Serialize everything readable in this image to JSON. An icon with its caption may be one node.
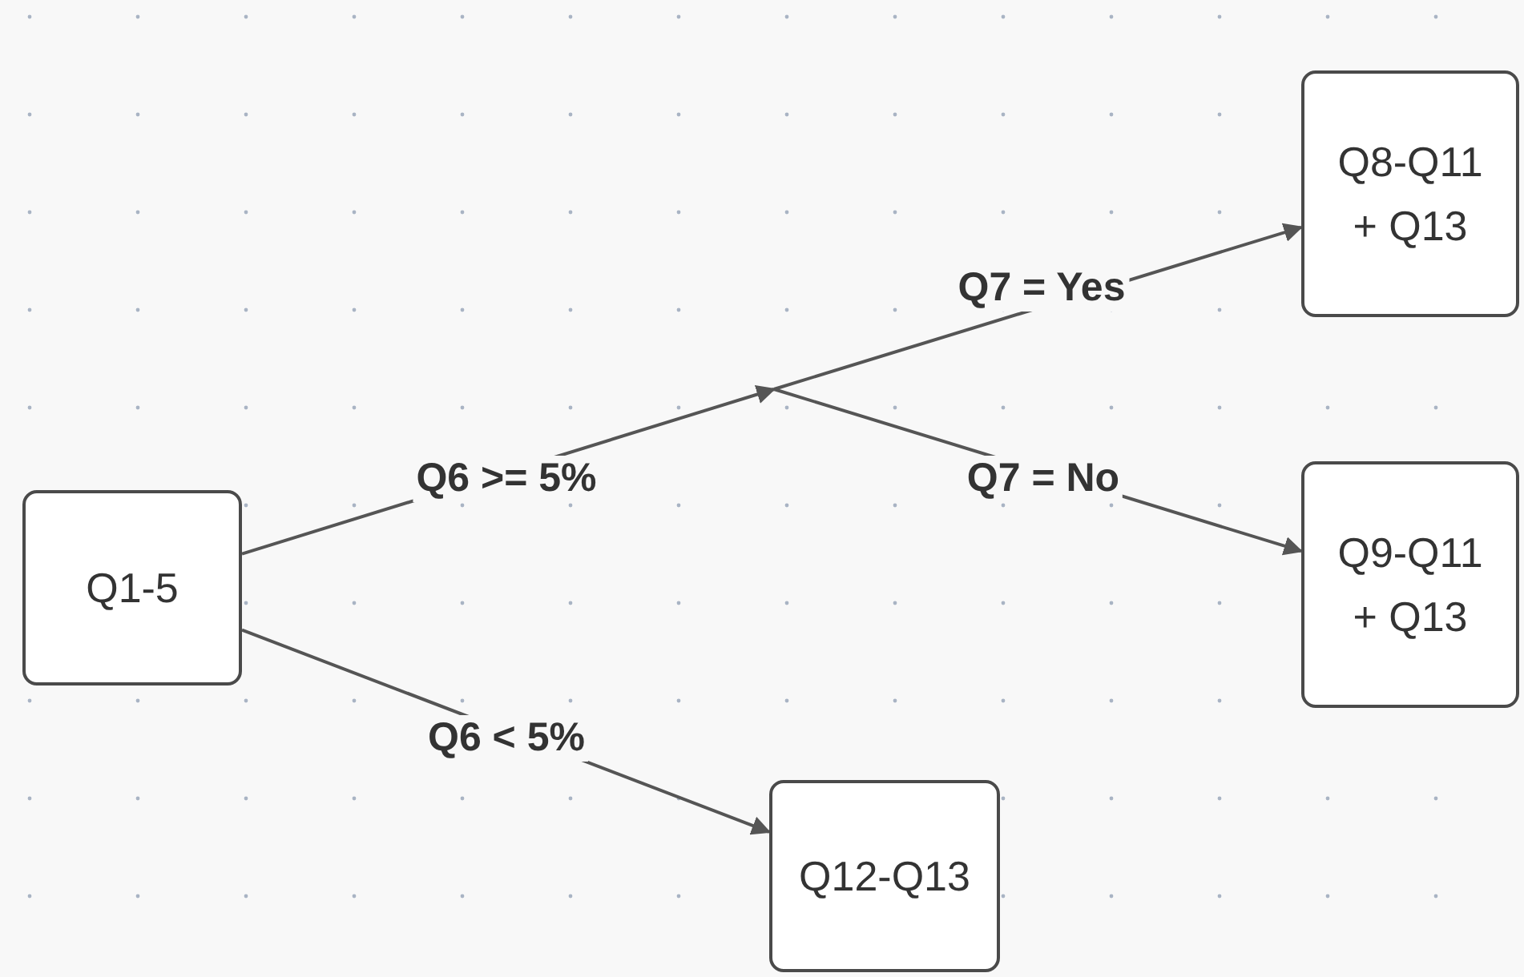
{
  "diagram": {
    "nodes": [
      {
        "text": [
          "Q1-5"
        ]
      },
      {
        "text": [
          "Q8-Q11 + Q13"
        ]
      },
      {
        "text": [
          "Q9-Q11 + Q13"
        ]
      },
      {
        "text": [
          "Q12-Q13"
        ]
      }
    ],
    "edges": [
      {
        "from": 0,
        "to": null,
        "arrow": "to",
        "label": "Q6 >= 5%"
      },
      {
        "from": null,
        "to": 1,
        "arrow": "to",
        "label": "Q7 = Yes"
      },
      {
        "from": null,
        "to": 2,
        "arrow": "to",
        "label": "Q7 = No"
      },
      {
        "from": 0,
        "to": 3,
        "arrow": "to",
        "label": "Q6 < 5%"
      }
    ]
  }
}
